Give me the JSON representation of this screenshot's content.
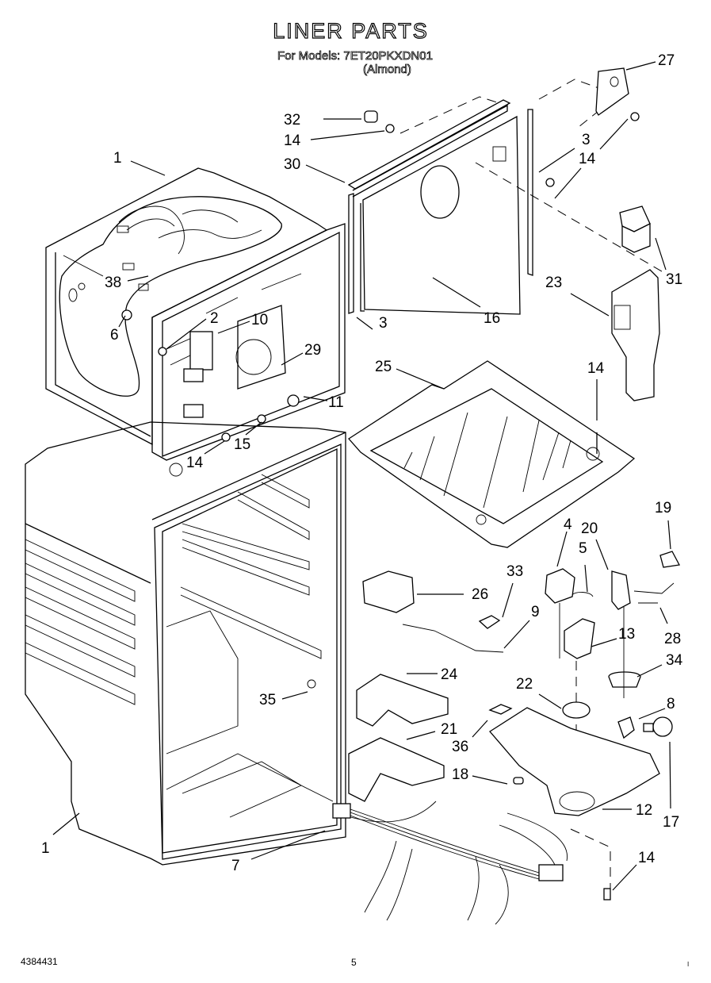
{
  "header": {
    "title": "LINER PARTS",
    "models_line": "For Models: 7ET20PKXDN01",
    "color_line": "(Almond)"
  },
  "footer": {
    "doc_number": "4384431",
    "page_number": "5",
    "corner_mark": "I"
  },
  "callouts": [
    {
      "id": "c1a",
      "label": "1",
      "part": "liner-freezer-top"
    },
    {
      "id": "c32",
      "label": "32",
      "part": "spacer"
    },
    {
      "id": "c14a",
      "label": "14",
      "part": "screw"
    },
    {
      "id": "c30",
      "label": "30",
      "part": "trim-strip"
    },
    {
      "id": "c27",
      "label": "27",
      "part": "cover-plate"
    },
    {
      "id": "c3a",
      "label": "3",
      "part": "gasket-strip-right"
    },
    {
      "id": "c14b",
      "label": "14",
      "part": "screw"
    },
    {
      "id": "c14c",
      "label": "14",
      "part": "screw"
    },
    {
      "id": "c31",
      "label": "31",
      "part": "knob"
    },
    {
      "id": "c23",
      "label": "23",
      "part": "air-duct"
    },
    {
      "id": "c38",
      "label": "38",
      "part": "wiring-harness"
    },
    {
      "id": "c6",
      "label": "6",
      "part": "plug"
    },
    {
      "id": "c2",
      "label": "2",
      "part": "pin"
    },
    {
      "id": "c10",
      "label": "10",
      "part": "bracket-clip"
    },
    {
      "id": "c29",
      "label": "29",
      "part": "fan-shroud"
    },
    {
      "id": "c11",
      "label": "11",
      "part": "damper"
    },
    {
      "id": "c15",
      "label": "15",
      "part": "nut"
    },
    {
      "id": "c14d",
      "label": "14",
      "part": "screw"
    },
    {
      "id": "c16",
      "label": "16",
      "part": "rear-panel"
    },
    {
      "id": "c3b",
      "label": "3",
      "part": "gasket-strip-left"
    },
    {
      "id": "c25",
      "label": "25",
      "part": "freezer-floor"
    },
    {
      "id": "c14e",
      "label": "14",
      "part": "screw"
    },
    {
      "id": "c19",
      "label": "19",
      "part": "clip"
    },
    {
      "id": "c4",
      "label": "4",
      "part": "control-knob"
    },
    {
      "id": "c20",
      "label": "20",
      "part": "rod"
    },
    {
      "id": "c5",
      "label": "5",
      "part": "retainer"
    },
    {
      "id": "c33",
      "label": "33",
      "part": "bracket"
    },
    {
      "id": "c26",
      "label": "26",
      "part": "switch-housing"
    },
    {
      "id": "c9",
      "label": "9",
      "part": "actuator-arm"
    },
    {
      "id": "c13",
      "label": "13",
      "part": "thermostat"
    },
    {
      "id": "c28",
      "label": "28",
      "part": "linkage"
    },
    {
      "id": "c34",
      "label": "34",
      "part": "knob-cup"
    },
    {
      "id": "c24",
      "label": "24",
      "part": "duct-cover"
    },
    {
      "id": "c22",
      "label": "22",
      "part": "dial"
    },
    {
      "id": "c35",
      "label": "35",
      "part": "grommet"
    },
    {
      "id": "c8",
      "label": "8",
      "part": "socket"
    },
    {
      "id": "c21",
      "label": "21",
      "part": "duct-insulation"
    },
    {
      "id": "c36",
      "label": "36",
      "part": "label"
    },
    {
      "id": "c18",
      "label": "18",
      "part": "bulb-pin"
    },
    {
      "id": "c17",
      "label": "17",
      "part": "light-bulb"
    },
    {
      "id": "c12",
      "label": "12",
      "part": "control-housing"
    },
    {
      "id": "c1b",
      "label": "1",
      "part": "liner-fresh-food"
    },
    {
      "id": "c7",
      "label": "7",
      "part": "wire-harness"
    },
    {
      "id": "c14f",
      "label": "14",
      "part": "screw"
    }
  ]
}
